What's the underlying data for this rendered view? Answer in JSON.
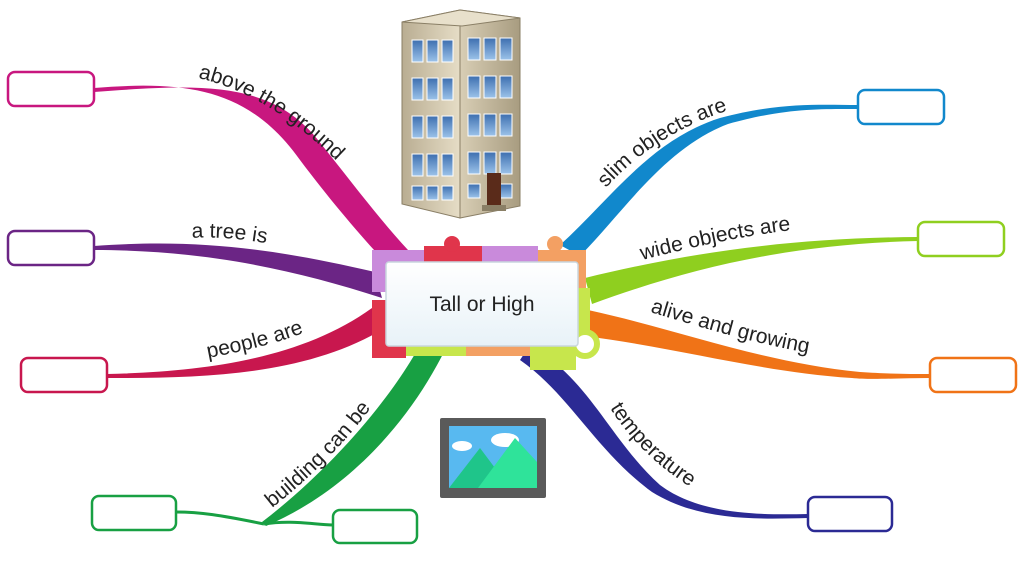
{
  "central_topic": {
    "title": "Tall or High"
  },
  "branches": [
    {
      "id": "above",
      "label": "above the ground",
      "color": "#c8177f"
    },
    {
      "id": "tree",
      "label": "a tree is",
      "color": "#6b2585"
    },
    {
      "id": "people",
      "label": "people are",
      "color": "#c8174e"
    },
    {
      "id": "building",
      "label": "building can be",
      "color": "#18a043"
    },
    {
      "id": "slim",
      "label": "slim objects are",
      "color": "#1188cc"
    },
    {
      "id": "wide",
      "label": "wide objects are",
      "color": "#8fcf1f"
    },
    {
      "id": "alive",
      "label": "alive and growing",
      "color": "#f07317"
    },
    {
      "id": "temp",
      "label": "temperature",
      "color": "#2b2a94"
    }
  ],
  "icons": {
    "building": "office-building-icon",
    "picture": "image-placeholder-icon"
  }
}
